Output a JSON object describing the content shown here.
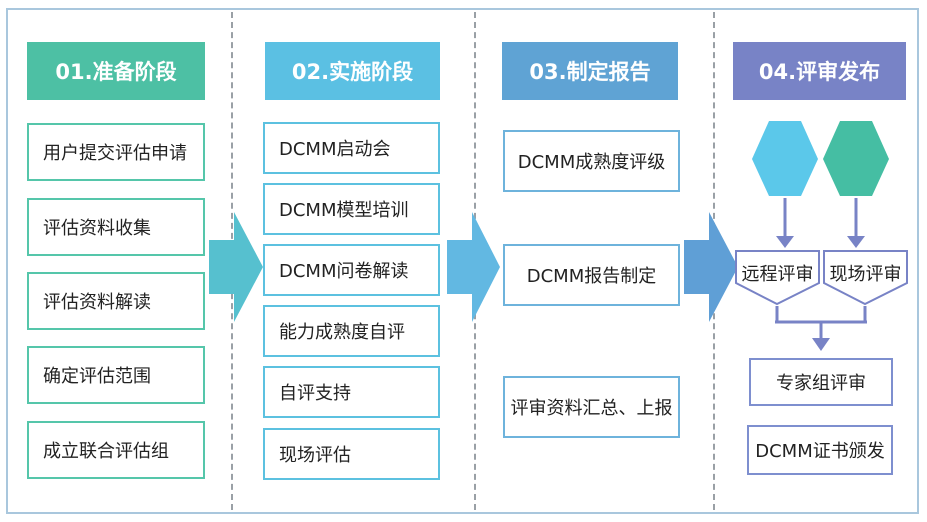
{
  "stages": [
    {
      "header": "01.准备阶段",
      "items": [
        "用户提交评估申请",
        "评估资料收集",
        "评估资料解读",
        "确定评估范围",
        "成立联合评估组"
      ]
    },
    {
      "header": "02.实施阶段",
      "items": [
        "DCMM启动会",
        "DCMM模型培训",
        "DCMM问卷解读",
        "能力成熟度自评",
        "自评支持",
        "现场评估"
      ]
    },
    {
      "header": "03.制定报告",
      "items": [
        "DCMM成熟度评级",
        "DCMM报告制定",
        "评审资料汇总、上报"
      ]
    },
    {
      "header": "04.评审发布",
      "remote": "远程评审",
      "onsite": "现场评审",
      "items": [
        "专家组评审",
        "DCMM证书颁发"
      ]
    }
  ],
  "colors": {
    "stage1": "#4dc0a4",
    "stage2": "#5bc0e3",
    "stage3": "#5fa3d4",
    "stage4": "#7883c6",
    "hex_blue": "#5bc8ea",
    "hex_teal": "#45bea3",
    "arrow1": "#56c0cf",
    "arrow2": "#62b8e2",
    "arrow3": "#5f9fd6",
    "connector": "#7883c6"
  },
  "icons": {
    "hexagon_left": "hexagon-icon",
    "hexagon_right": "hexagon-icon"
  }
}
